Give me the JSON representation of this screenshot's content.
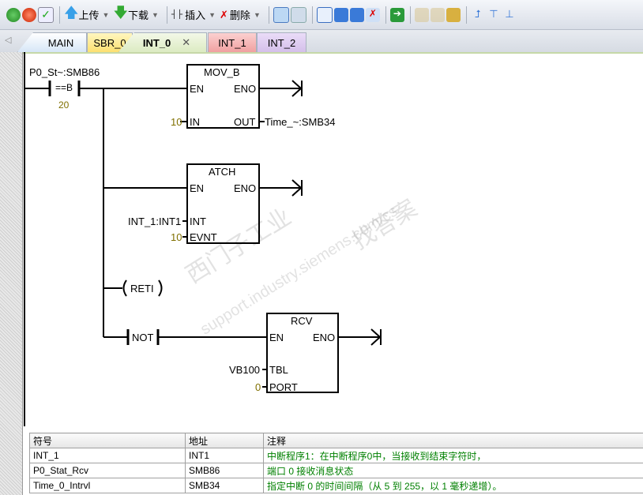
{
  "toolbar": {
    "upload": "上传",
    "download": "下载",
    "insert": "插入",
    "delete": "删除"
  },
  "tabs": [
    {
      "label": "MAIN",
      "color": "#d6e6f7"
    },
    {
      "label": "SBR_0",
      "color": "#fde98a"
    },
    {
      "label": "INT_0",
      "color": "#e3efcc"
    },
    {
      "label": "INT_1",
      "color": "#f2a8a8"
    },
    {
      "label": "INT_2",
      "color": "#d9c6ee"
    }
  ],
  "ladder": {
    "contact": {
      "symbol": "P0_St~:SMB86",
      "op": "==B",
      "value": "20"
    },
    "mov": {
      "title": "MOV_B",
      "en": "EN",
      "eno": "ENO",
      "in_label": "IN",
      "out_label": "OUT",
      "in_value": "10",
      "out_value": "Time_~:SMB34"
    },
    "atch": {
      "title": "ATCH",
      "en": "EN",
      "eno": "ENO",
      "int_label": "INT",
      "evnt_label": "EVNT",
      "int_value": "INT_1:INT1",
      "evnt_value": "10"
    },
    "reti": "RETI",
    "not": "NOT",
    "rcv": {
      "title": "RCV",
      "en": "EN",
      "eno": "ENO",
      "tbl_label": "TBL",
      "port_label": "PORT",
      "tbl_value": "VB100",
      "port_value": "0"
    }
  },
  "watermark": {
    "line1": "西门子工业",
    "line2": "找答案",
    "line3": "support.industry.siemens.com/cs"
  },
  "symbols": {
    "headers": [
      "符号",
      "地址",
      "注释"
    ],
    "rows": [
      [
        "INT_1",
        "INT1",
        "中断程序1：在中断程序0中，当接收到结束字符时，"
      ],
      [
        "P0_Stat_Rcv",
        "SMB86",
        "端口 0 接收消息状态"
      ],
      [
        "Time_0_Intrvl",
        "SMB34",
        "指定中断 0 的时间间隔（从 5 到 255，以 1 毫秒递增）。"
      ]
    ]
  }
}
